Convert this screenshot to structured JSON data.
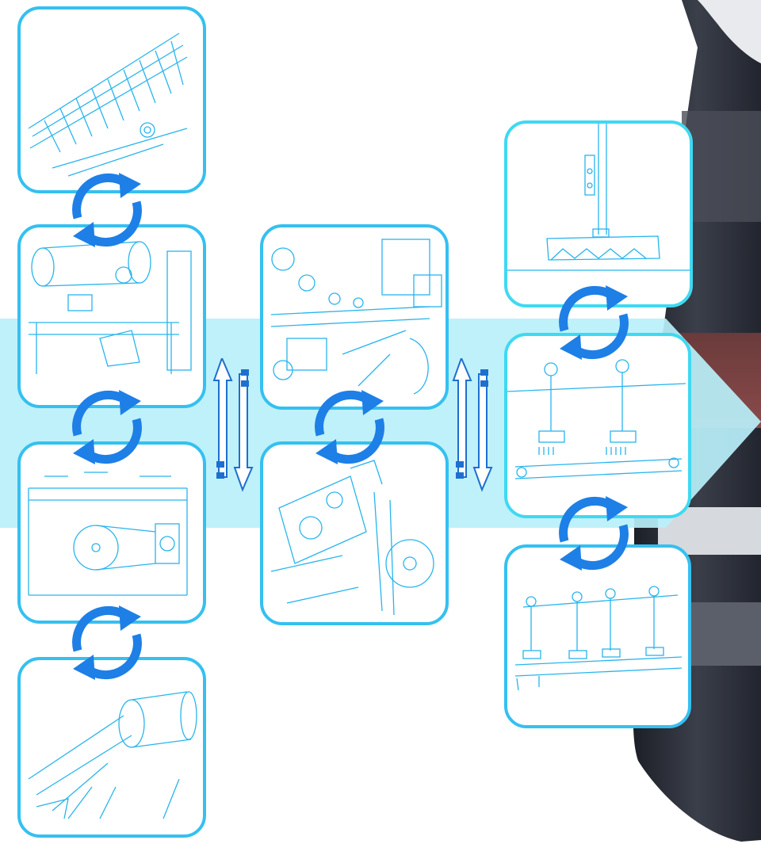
{
  "colors": {
    "card_border": "#35c0f0",
    "card_border_right": "#3fd9f2",
    "cycle_arrow": "#1e7fe6",
    "band": "#b8f0fa",
    "sketch_stroke": "#28b4ee",
    "photo_dark": "#2a2d36",
    "vert_arrow": "#1e6fd0"
  },
  "columns": [
    {
      "name": "left",
      "cards": [
        "conveyor-rails-sketch",
        "roll-unwinder-sketch",
        "roll-frame-sketch",
        "roll-feeder-sketch"
      ]
    },
    {
      "name": "middle",
      "cards": [
        "cutting-unit-sketch",
        "rotary-cutter-sketch"
      ]
    },
    {
      "name": "right",
      "cards": [
        "single-blade-sketch",
        "double-blade-sketch",
        "quad-blade-sketch"
      ]
    }
  ],
  "icons": {
    "cycle": "cycle-arrows-icon",
    "exchange": "double-arrow-icon"
  }
}
